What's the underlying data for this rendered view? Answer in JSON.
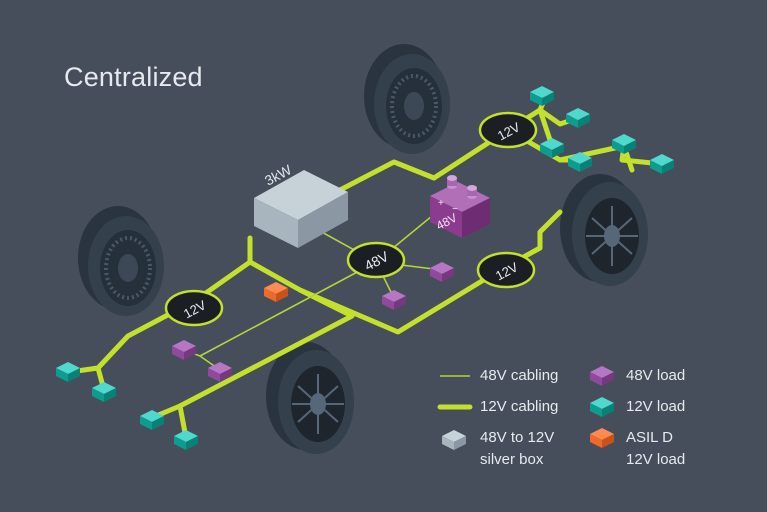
{
  "title": "Centralized",
  "silver_box_label": "3kW",
  "battery_label": "48V",
  "battery_terminal_plus": "+",
  "battery_terminal_minus": "−",
  "hub_48v_label": "48V",
  "hubs_12v": [
    {
      "label": "12V"
    },
    {
      "label": "12V"
    },
    {
      "label": "12V"
    }
  ],
  "legend": {
    "cable_48v": "48V cabling",
    "cable_12v": "12V cabling",
    "silver_box_line1": "48V to 12V",
    "silver_box_line2": "silver box",
    "load_48v": "48V load",
    "load_12v": "12V load",
    "asil_line1": "ASIL D",
    "asil_line2": "12V load"
  },
  "colors": {
    "background": "#454e5a",
    "cable_12v": "#c3e02c",
    "cable_48v": "#b5d33a",
    "load_48v": "#8f4a9c",
    "load_12v": "#10b3a6",
    "asil_d": "#ef6a2a",
    "silver_box": "#a9b5be",
    "battery": "#8c3c8e",
    "hub": "#1b1f23",
    "wheel": "#2f3a45"
  }
}
